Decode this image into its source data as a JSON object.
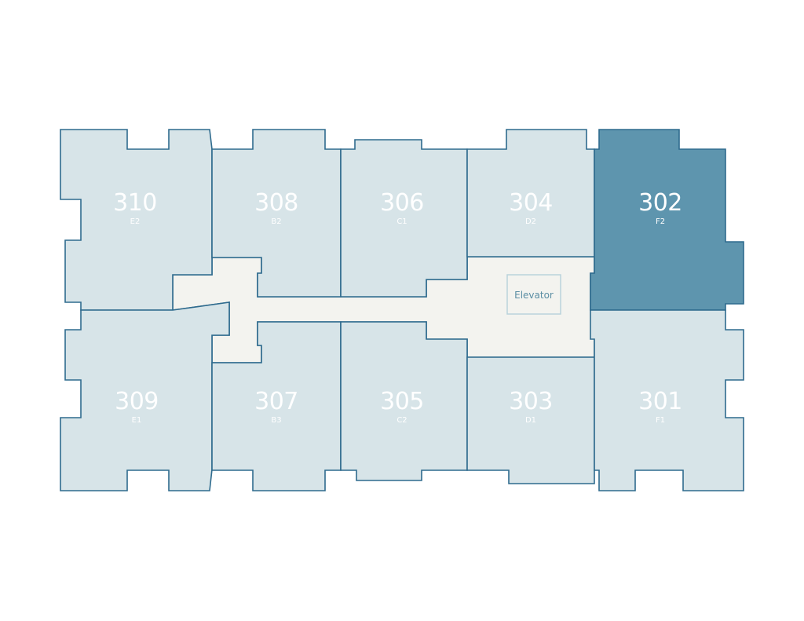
{
  "floorplan": {
    "units": [
      {
        "id": "310",
        "number": "310",
        "code": "E2",
        "selected": false
      },
      {
        "id": "308",
        "number": "308",
        "code": "B2",
        "selected": false
      },
      {
        "id": "306",
        "number": "306",
        "code": "C1",
        "selected": false
      },
      {
        "id": "304",
        "number": "304",
        "code": "D2",
        "selected": false
      },
      {
        "id": "302",
        "number": "302",
        "code": "F2",
        "selected": true
      },
      {
        "id": "309",
        "number": "309",
        "code": "E1",
        "selected": false
      },
      {
        "id": "307",
        "number": "307",
        "code": "B3",
        "selected": false
      },
      {
        "id": "305",
        "number": "305",
        "code": "C2",
        "selected": false
      },
      {
        "id": "303",
        "number": "303",
        "code": "D1",
        "selected": false
      },
      {
        "id": "301",
        "number": "301",
        "code": "F1",
        "selected": false
      }
    ],
    "elevator_label": "Elevator",
    "colors": {
      "unit_fill": "#d7e4e8",
      "unit_selected_fill": "#5e95ae",
      "outline": "#2f6b8e",
      "corridor_fill": "#f3f3ef"
    }
  }
}
